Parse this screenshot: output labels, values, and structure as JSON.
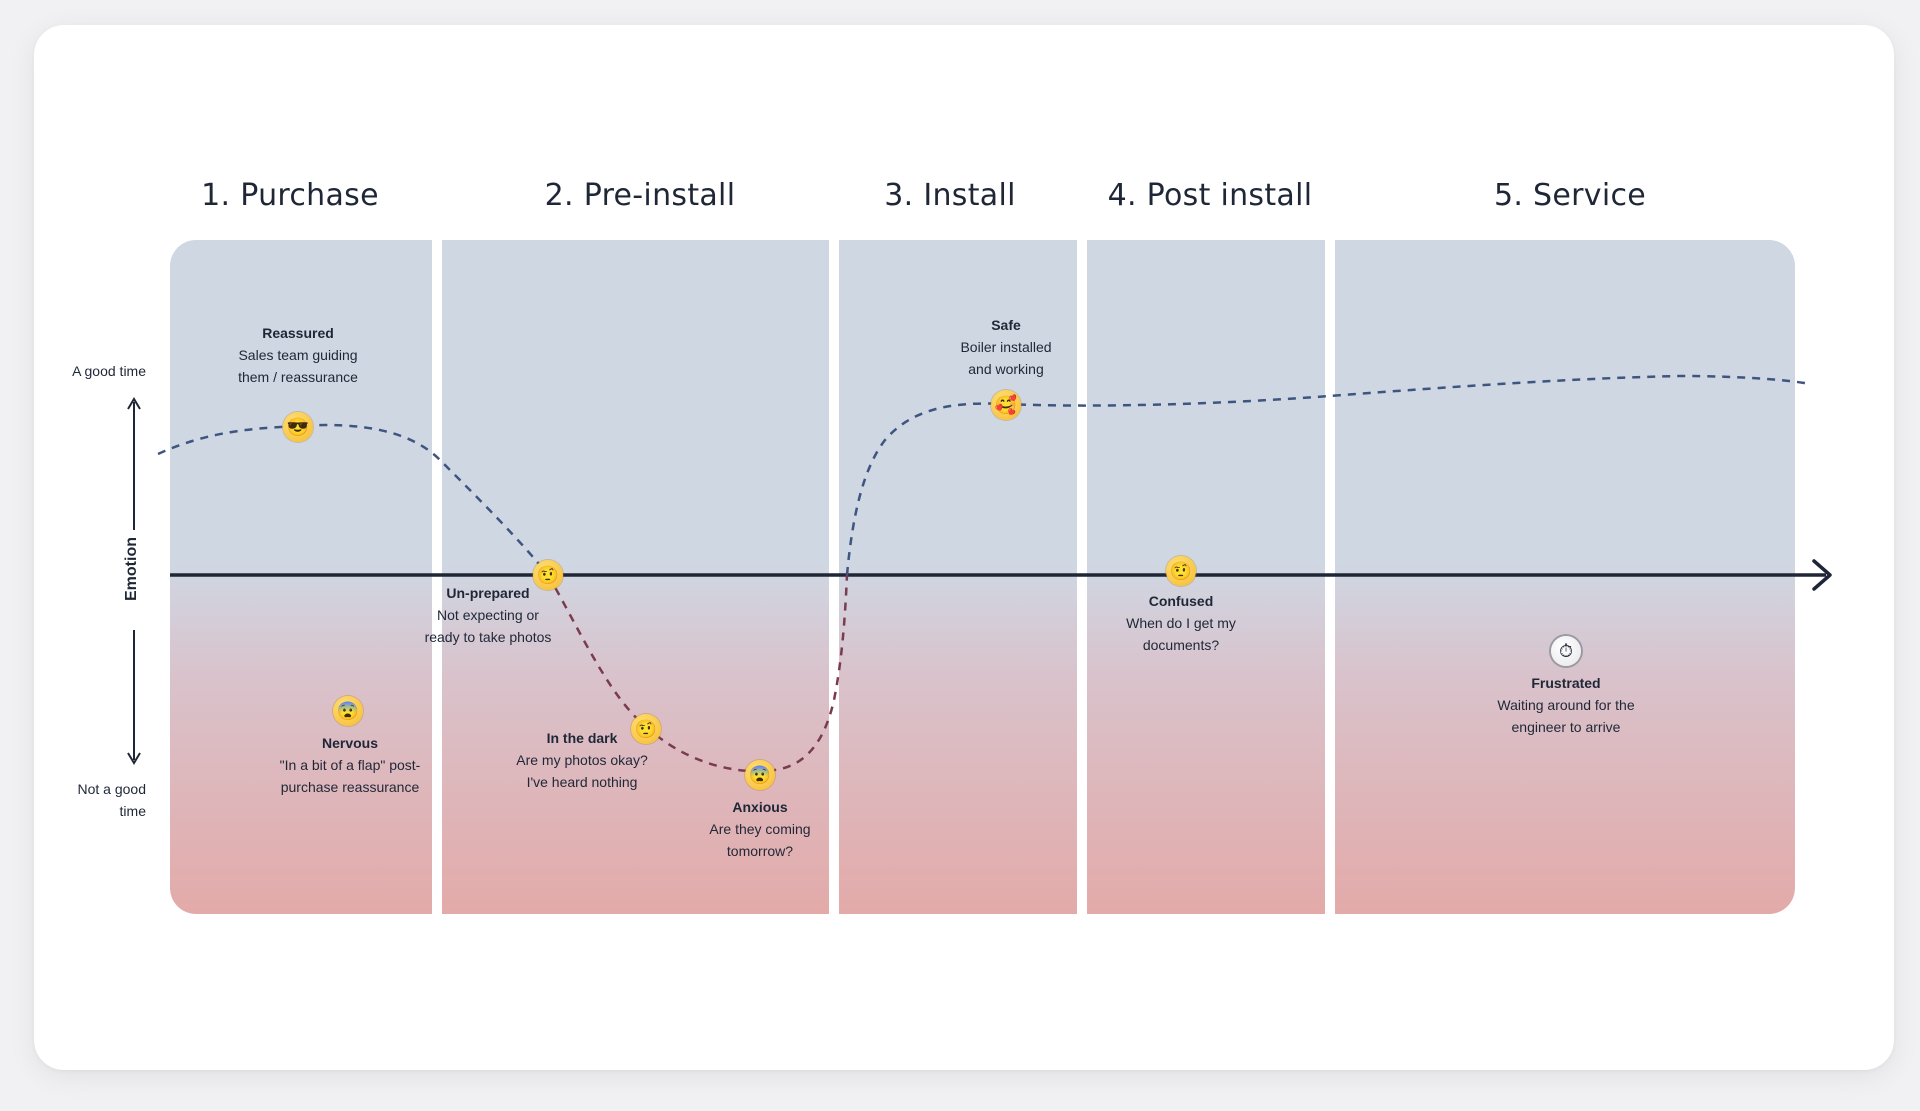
{
  "phases": [
    {
      "label": "1. Purchase"
    },
    {
      "label": "2. Pre-install"
    },
    {
      "label": "3. Install"
    },
    {
      "label": "4. Post install"
    },
    {
      "label": "5. Service"
    }
  ],
  "axis": {
    "top_label": "A good time",
    "bottom_label_line1": "Not a good",
    "bottom_label_line2": "time",
    "name": "Emotion"
  },
  "moments": [
    {
      "title": "Reassured",
      "line1": "Sales team guiding",
      "line2": "them / reassurance",
      "icon": "sunglasses-face-icon",
      "glyph": "😎"
    },
    {
      "title": "Nervous",
      "line1": "\"In a bit of a flap\" post-",
      "line2": "purchase reassurance",
      "icon": "anxious-face-icon",
      "glyph": "😨"
    },
    {
      "title": "Un-prepared",
      "line1": "Not expecting or",
      "line2": "ready to take photos",
      "icon": "raised-eyebrow-face-icon",
      "glyph": "🤨"
    },
    {
      "title": "In the dark",
      "line1": "Are my photos okay?",
      "line2": "I've heard nothing",
      "icon": "raised-eyebrow-face-icon",
      "glyph": "🤨"
    },
    {
      "title": "Anxious",
      "line1": "Are they coming",
      "line2": "tomorrow?",
      "icon": "anxious-face-icon",
      "glyph": "😨"
    },
    {
      "title": "Safe",
      "line1": "Boiler installed",
      "line2": "and working",
      "icon": "hearts-face-icon",
      "glyph": "🥰"
    },
    {
      "title": "Confused",
      "line1": "When do I get my",
      "line2": "documents?",
      "icon": "raised-eyebrow-face-icon",
      "glyph": "🤨"
    },
    {
      "title": "Frustrated",
      "line1": "Waiting around for the",
      "line2": "engineer to arrive",
      "icon": "stopwatch-icon",
      "glyph": "⏱"
    }
  ],
  "colors": {
    "good_zone": "#cfd7e3",
    "bad_zone": "#e3aaa9",
    "curve_positive": "#3e5580",
    "curve_negative": "#7a3b4e",
    "axis": "#1f2737"
  }
}
